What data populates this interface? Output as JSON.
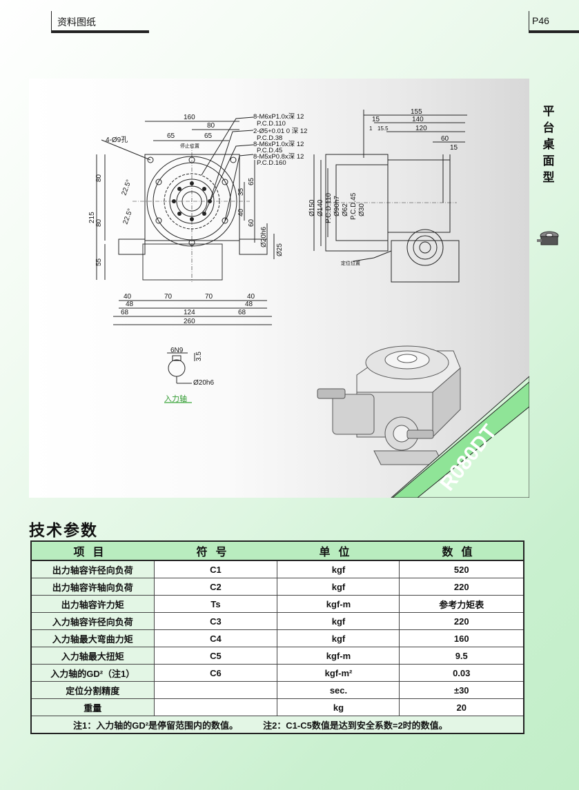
{
  "header": {
    "left_label": "资料图纸",
    "page_number": "P46"
  },
  "side": {
    "category_chars": [
      "平",
      "台",
      "桌",
      "面",
      "型"
    ]
  },
  "model": {
    "name": "R080DT"
  },
  "drawing": {
    "front_dims": {
      "top_160": "160",
      "top_80": "80",
      "top_65a": "65",
      "top_65b": "65",
      "hole_4": "4-Ø9孔",
      "stop_pos": "停止位置",
      "left_80a": "80",
      "left_80b": "80",
      "left_215": "215",
      "left_55": "55",
      "angle_a": "22.5°",
      "angle_b": "22.5°",
      "r35": "35",
      "r65": "65",
      "r40": "40",
      "r60": "60",
      "shaft_20h6": "Ø20h6",
      "shaft_25": "Ø25",
      "bot_40a": "40",
      "bot_70a": "70",
      "bot_70b": "70",
      "bot_40b": "40",
      "bot_48a": "48",
      "bot_48b": "48",
      "bot_68a": "68",
      "bot_124": "124",
      "bot_68b": "68",
      "bot_260": "260"
    },
    "callouts": [
      "8-M6xP1.0x深 12",
      "P.C.D.110",
      "2-Ø5+0.01 0 深 12",
      "P.C.D.38",
      "8-M6xP1.0x深 12",
      "P.C.D.45",
      "8-M5xP0.8x深 12",
      "P.C.D.160"
    ],
    "side_dims": {
      "d155": "155",
      "d140": "140",
      "d120": "120",
      "d15a": "15",
      "d1": "1",
      "d15_5": "15.5",
      "d60": "60",
      "d15b": "15",
      "dia150": "Ø150",
      "dia140": "Ø140",
      "pcd110": "P.C.D.110",
      "dia90h7": "Ø90h7",
      "dia62": "Ø62",
      "pcd45": "P.C.D.45",
      "dia30": "Ø30",
      "stop_pos": "定位位置"
    },
    "key_detail": {
      "key": "6N9",
      "depth": "3.5",
      "shaft": "Ø20h6",
      "caption": "入力轴"
    }
  },
  "section": {
    "title": "技术参数"
  },
  "table": {
    "headers": [
      "项目",
      "符号",
      "单位",
      "数值"
    ],
    "rows": [
      {
        "item": "出力轴容许径向负荷",
        "symbol": "C1",
        "unit": "kgf",
        "value": "520"
      },
      {
        "item": "出力轴容许轴向负荷",
        "symbol": "C2",
        "unit": "kgf",
        "value": "220"
      },
      {
        "item": "出力轴容许力矩",
        "symbol": "Ts",
        "unit": "kgf-m",
        "value": "参考力矩表"
      },
      {
        "item": "入力轴容许径向负荷",
        "symbol": "C3",
        "unit": "kgf",
        "value": "220"
      },
      {
        "item": "入力轴最大弯曲力矩",
        "symbol": "C4",
        "unit": "kgf",
        "value": "160"
      },
      {
        "item": "入力轴最大扭矩",
        "symbol": "C5",
        "unit": "kgf-m",
        "value": "9.5"
      },
      {
        "item": "入力轴的GD²（注1）",
        "symbol": "C6",
        "unit": "kgf-m²",
        "value": "0.03"
      },
      {
        "item": "定位分割精度",
        "symbol": "",
        "unit": "sec.",
        "value": "±30"
      },
      {
        "item": "重量",
        "symbol": "",
        "unit": "kg",
        "value": "20"
      }
    ],
    "note1": "注1：入力轴的GD²是停留范围内的数值。",
    "note2": "注2：C1-C5数值是达到安全系数=2时的数值。"
  }
}
